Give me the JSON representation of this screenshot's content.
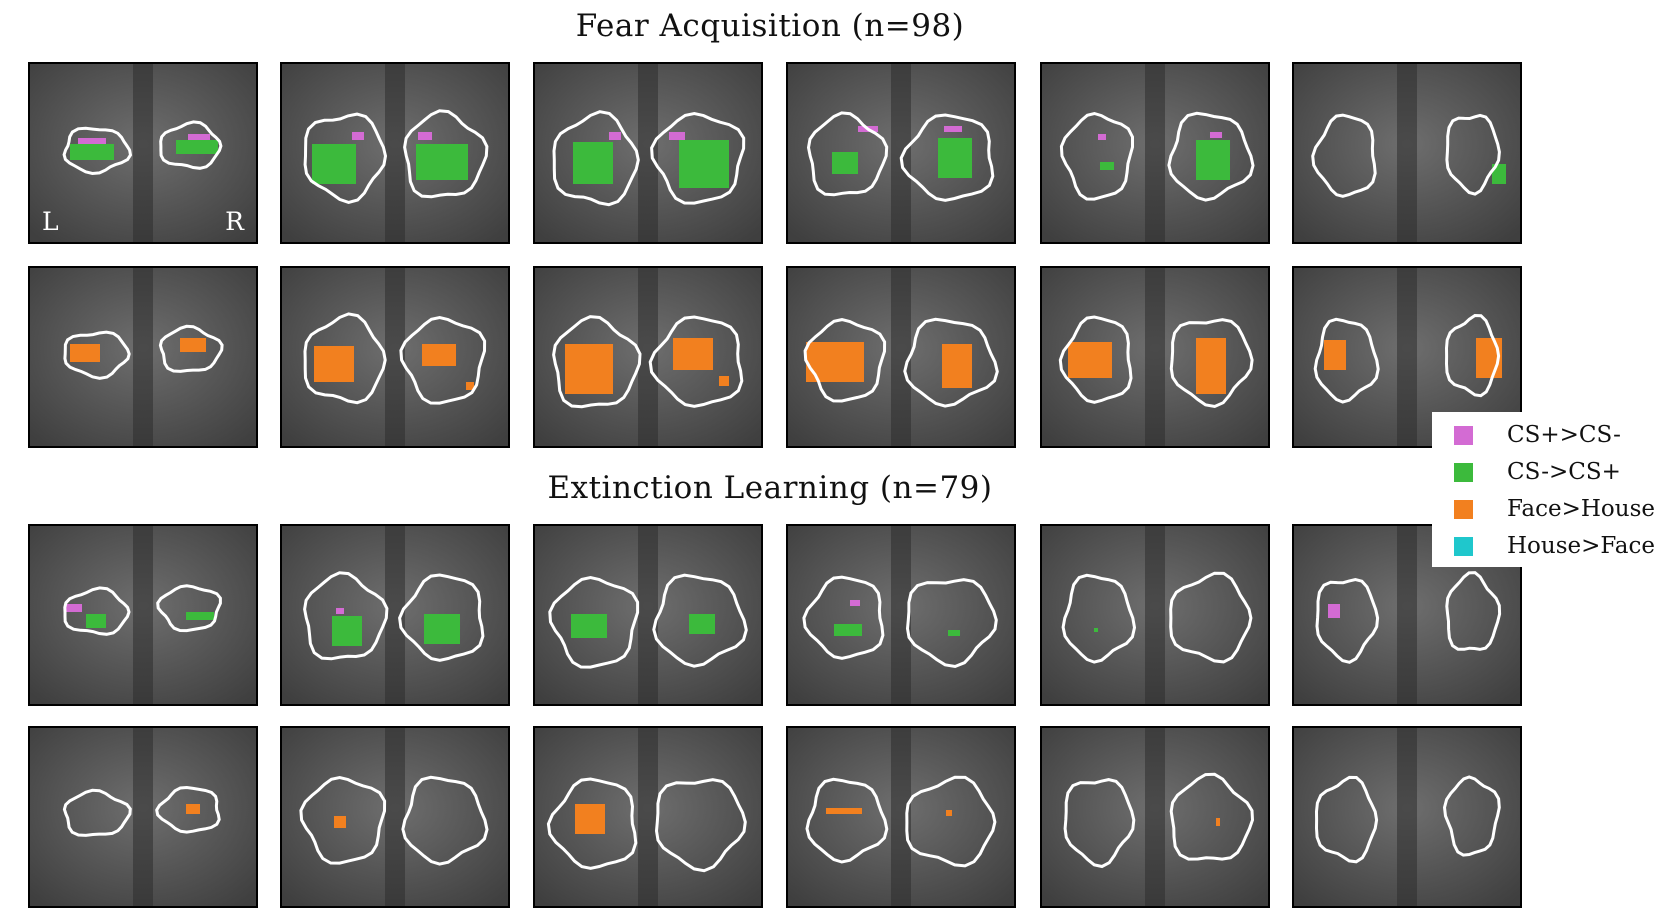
{
  "sections": [
    {
      "title": "Fear Acquisition (n=98)"
    },
    {
      "title": "Extinction Learning (n=79)"
    }
  ],
  "orientation": {
    "left": "L",
    "right": "R"
  },
  "legend": [
    {
      "label": "CS+>CS-",
      "color": "#d36bd3"
    },
    {
      "label": "CS->CS+",
      "color": "#3cba3c"
    },
    {
      "label": "Face>House",
      "color": "#f2801f"
    },
    {
      "label": "House>Face",
      "color": "#1fc7cc"
    }
  ],
  "panel_rows": [
    {
      "section": 0,
      "maps": [
        "CS+>CS-",
        "CS->CS+"
      ],
      "slices": 6
    },
    {
      "section": 0,
      "maps": [
        "Face>House",
        "House>Face"
      ],
      "slices": 6
    },
    {
      "section": 1,
      "maps": [
        "CS+>CS-",
        "CS->CS+"
      ],
      "slices": 6
    },
    {
      "section": 1,
      "maps": [
        "Face>House",
        "House>Face"
      ],
      "slices": 6
    }
  ],
  "colors": {
    "outline": "#ffffff",
    "brain_background": "#595959",
    "frame": "#000000"
  }
}
